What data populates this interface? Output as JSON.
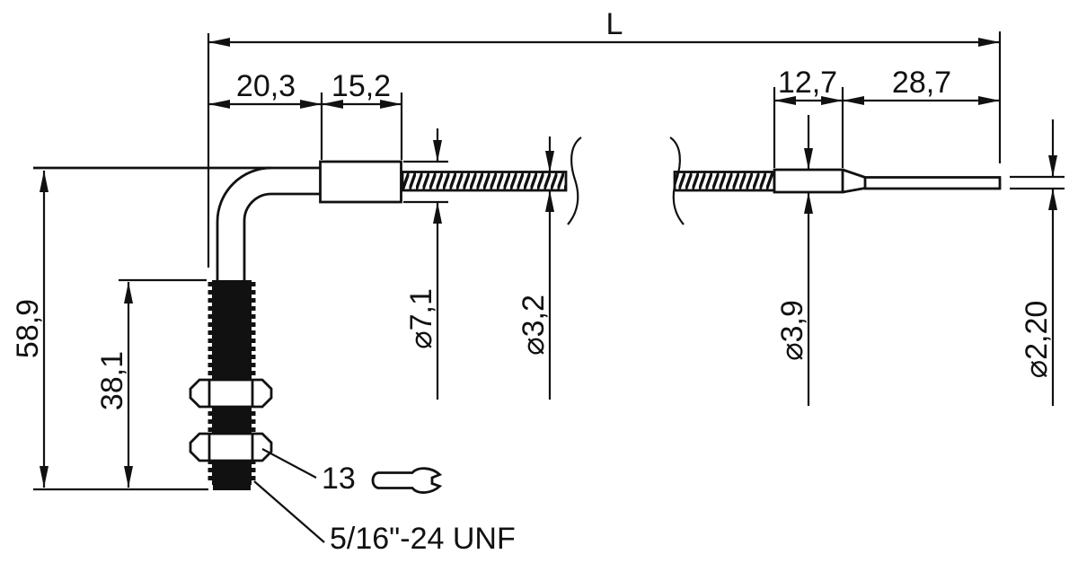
{
  "dims": {
    "overall_length": "L",
    "bend_to_sleeve": "20,3",
    "sleeve_length": "15,2",
    "ferrule_length": "12,7",
    "tip_length": "28,7",
    "probe_height": "58,9",
    "thread_length": "38,1"
  },
  "diameters": {
    "sleeve": "⌀7,1",
    "cable": "⌀3,2",
    "ferrule": "⌀3,9",
    "tip": "⌀2,20"
  },
  "callouts": {
    "wrench_size": "13",
    "thread_spec": "5/16\"-24 UNF"
  },
  "colors": {
    "line": "#111111",
    "background": "#ffffff"
  }
}
